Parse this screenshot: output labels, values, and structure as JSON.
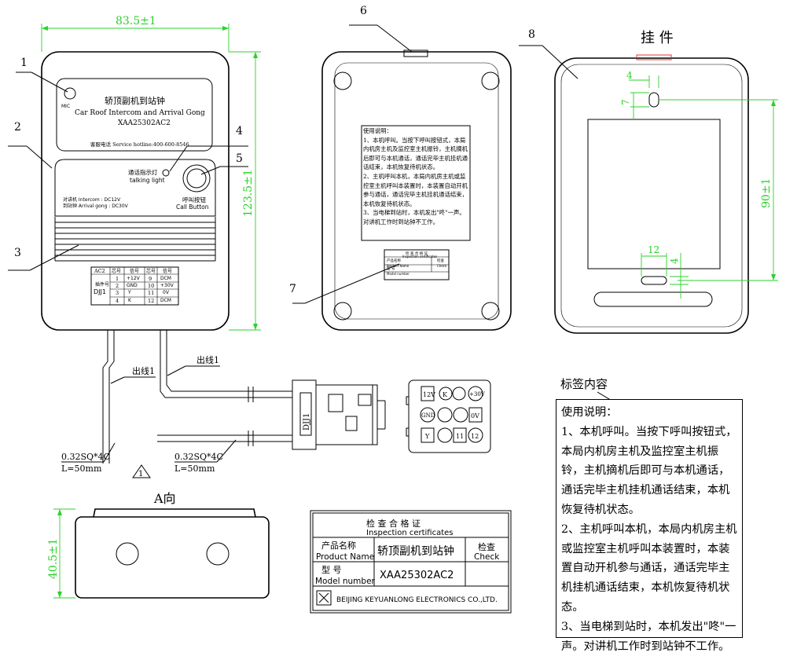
{
  "dimensions": {
    "width_total": "83.5±1",
    "height_main": "123.5±1",
    "height_side": "90±1",
    "slot_w": "4",
    "slot_h": "7",
    "slot2_w": "12",
    "slot2_h": "4",
    "height_a_view": "40.5±1"
  },
  "callouts": [
    "1",
    "2",
    "3",
    "4",
    "5",
    "6",
    "7",
    "8"
  ],
  "titles": {
    "hanger": "挂 件",
    "a_view": "A向",
    "arrow_marker": "1",
    "label_content": "标签内容"
  },
  "front_panel": {
    "mic": "MIC",
    "name_cn": "轿顶副机到站钟",
    "name_en": "Car Roof Intercom and Arrival Gong",
    "model": "XAA25302AC2",
    "hotline": "客服电话 Service hotline:400-600-8546",
    "indicator_cn": "通话指示灯",
    "indicator_en": "talking light",
    "call_cn": "呼叫按钮",
    "call_en": "Call Button",
    "intercom_spec": "对讲机  Intercom : DC12V",
    "gong_spec": "到站钟  Arrival gong : DC30V"
  },
  "pin_table": {
    "header": [
      "AC2",
      "芯号",
      "信号",
      "芯号",
      "信号"
    ],
    "model_cn": "插件号",
    "model": "DJJ1",
    "rows": [
      [
        "1",
        "+12V",
        "9",
        "DCM"
      ],
      [
        "2",
        "GND",
        "10",
        "+30V"
      ],
      [
        "3",
        "Y",
        "11",
        "0V"
      ],
      [
        "4",
        "K",
        "12",
        "DCM"
      ]
    ]
  },
  "wiring": {
    "out1_left": "出线1",
    "out1_right": "出线1",
    "cable_left": "0.32SQ*4C",
    "len_left": "L=50mm",
    "cable_right": "0.32SQ*4C",
    "len_right": "L=50mm",
    "connector": "DJJ1"
  },
  "connector_face": {
    "row1": [
      "12V",
      "K",
      "",
      "+30V"
    ],
    "row2": [
      "GND",
      "",
      "",
      "0V"
    ],
    "row3": [
      "Y",
      "",
      "11",
      "12"
    ]
  },
  "back_instructions": "使用说明：\n1、本机呼叫。当按下呼叫按钮式，本局内机房主机及监控室主机振铃，主机摘机后即可与本机通话，通话完毕主机挂机通话结束，本机恢复待机状态。\n2、主机呼叫本机，本局内机房主机或监控室主机呼叫本装置时，本装置自动开机参与通话，通话完毕主机挂机通话结束，本机恢复待机状态。\n3、当电梯到站时，本机发出\"咚\"一声。对讲机工作时到站钟不工作。",
  "small_cert": {
    "title_cn": "检 查 合 格 证",
    "title_en": "Inspection certificates",
    "pn_cn": "产品名称",
    "pn_en": "Product Name",
    "type_cn": "型 号",
    "mn_en": "Model number",
    "check_cn": "检查",
    "check_en": "Check"
  },
  "certificate": {
    "title_cn": "检 查 合 格 证",
    "title_en": "Inspection certificates",
    "product_name_cn": "产品名称",
    "product_name_en": "Product Name",
    "product_value": "轿顶副机到站钟",
    "model_cn": "型    号",
    "model_en": "Model number",
    "model_value": "XAA25302AC2",
    "check_cn": "检查",
    "check_en": "Check",
    "company": "BEIJING KEYUANLONG ELECTRONICS CO.,LTD."
  },
  "label_text": "使用说明：\n1、本机呼叫。当按下呼叫按钮式，本局内机房主机及监控室主机振铃，主机摘机后即可与本机通话，通话完毕主机挂机通话结束，本机恢复待机状态。\n2、主机呼叫本机，本局内机房主机或监控室主机呼叫本装置时，本装置自动开机参与通话，通话完毕主机挂机通话结束，本机恢复待机状态。\n3、当电梯到站时，本机发出\"咚\"一声。对讲机工作时到站钟不工作。",
  "colors": {
    "dimension": "#2bd12b",
    "line": "#000000",
    "accent": "#d22222"
  }
}
